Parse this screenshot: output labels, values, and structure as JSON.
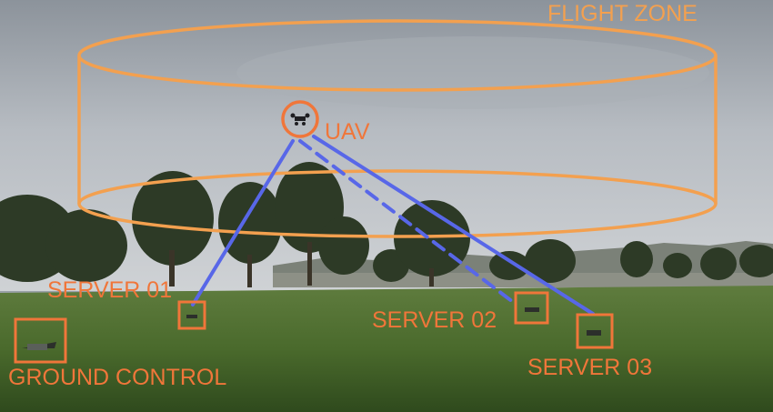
{
  "labels": {
    "flight_zone": "FLIGHT ZONE",
    "uav": "UAV",
    "server_01": "SERVER 01",
    "server_02": "SERVER 02",
    "server_03": "SERVER 03",
    "ground_control": "GROUND CONTROL"
  },
  "colors": {
    "annotation": "#f0763a",
    "zone": "#f3a04f",
    "link": "#5867e8"
  }
}
